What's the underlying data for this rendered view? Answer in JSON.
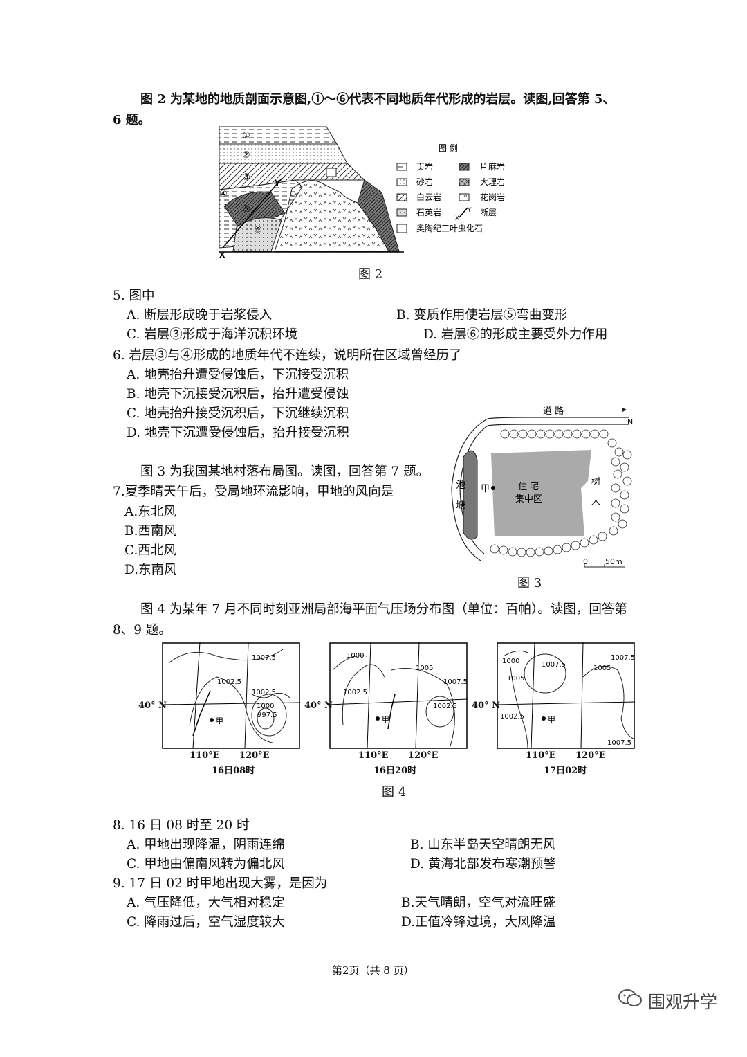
{
  "intro_fig2": {
    "line1": "图 2 为某地的地质剖面示意图,①～⑥代表不同地质年代形成的岩层。读图,回答第 5、",
    "line2": "6 题。"
  },
  "fig2": {
    "caption": "图 2",
    "layers": [
      "①",
      "②",
      "③",
      "④",
      "⑤",
      "⑥"
    ],
    "x_label": "X",
    "y_label": "Y",
    "legend_title": "图 例",
    "legend": [
      {
        "label": "页岩",
        "pattern": "shale"
      },
      {
        "label": "片麻岩",
        "pattern": "gneiss"
      },
      {
        "label": "砂岩",
        "pattern": "sandstone"
      },
      {
        "label": "大理岩",
        "pattern": "marble"
      },
      {
        "label": "白云岩",
        "pattern": "dolomite"
      },
      {
        "label": "花岗岩",
        "pattern": "granite"
      },
      {
        "label": "石英岩",
        "pattern": "quartzite"
      },
      {
        "label": "断层",
        "pattern": "fault"
      },
      {
        "label": "奥陶纪三叶虫化石",
        "pattern": "fossil"
      }
    ]
  },
  "q5": {
    "stem": "5.  图中",
    "a": "A.  断层形成晚于岩浆侵入",
    "b": "B.  变质作用使岩层⑤弯曲变形",
    "c": "C.  岩层③形成于海洋沉积环境",
    "d": "D.  岩层⑥的形成主要受外力作用"
  },
  "q6": {
    "stem": "6.  岩层③与④形成的地质年代不连续，说明所在区域曾经历了",
    "a": "A.  地壳抬升遭受侵蚀后，下沉接受沉积",
    "b": "B.  地壳下沉接受沉积后，抬升遭受侵蚀",
    "c": "C.  地壳抬升接受沉积后，下沉继续沉积",
    "d": "D.  地壳下沉遭受侵蚀后，抬升接受沉积"
  },
  "intro_fig3": "图 3 为我国某地村落布局图。读图，回答第 7 题。",
  "q7": {
    "stem": "7.夏季晴天午后，受局地环流影响，甲地的风向是",
    "a": "A.东北风",
    "b": "B.西南风",
    "c": "C.西北风",
    "d": "D.东南风"
  },
  "fig3": {
    "caption": "图 3",
    "road": "道  路",
    "north": "N",
    "pond": [
      "池",
      "塘"
    ],
    "point": "甲",
    "residential": [
      "住  宅",
      "集中区"
    ],
    "trees": [
      "树",
      "木"
    ],
    "scale_zero": "0",
    "scale_value": "50m"
  },
  "intro_fig4": {
    "line1": "图 4 为某年 7 月不同时刻亚洲局部海平面气压场分布图（单位：百帕）。读图，回答第",
    "line2": "8、9 题。"
  },
  "fig4": {
    "caption": "图 4",
    "lat_label": "40° N",
    "lon_labels": [
      "110°E",
      "120°E"
    ],
    "point": "甲",
    "maps": [
      {
        "time": "16日08时",
        "isobars": [
          "1007.5",
          "1002.5",
          "1002.5",
          "1000",
          "997.5"
        ]
      },
      {
        "time": "16日20时",
        "isobars": [
          "1000",
          "1005",
          "1002.5",
          "1007.5",
          "1002.5"
        ]
      },
      {
        "time": "17日02时",
        "isobars": [
          "1000",
          "1007.5",
          "1005",
          "1005",
          "1007.5",
          "1002.5",
          "1007.5"
        ]
      }
    ]
  },
  "q8": {
    "stem": "8.  16 日 08 时至 20 时",
    "a": "A.  甲地出现降温，阴雨连绵",
    "b": "B.  山东半岛天空晴朗无风",
    "c": "C.  甲地由偏南风转为偏北风",
    "d": "D.  黄海北部发布寒潮预警"
  },
  "q9": {
    "stem": "9.  17 日 02 时甲地出现大雾，是因为",
    "a": "A.  气压降低，大气相对稳定",
    "b": "B.天气晴朗，空气对流旺盛",
    "c": "C.  降雨过后，空气湿度较大",
    "d": "D.正值冷锋过境，大风降温"
  },
  "footer": "第2页（共 8 页）",
  "watermark": "围观升学"
}
